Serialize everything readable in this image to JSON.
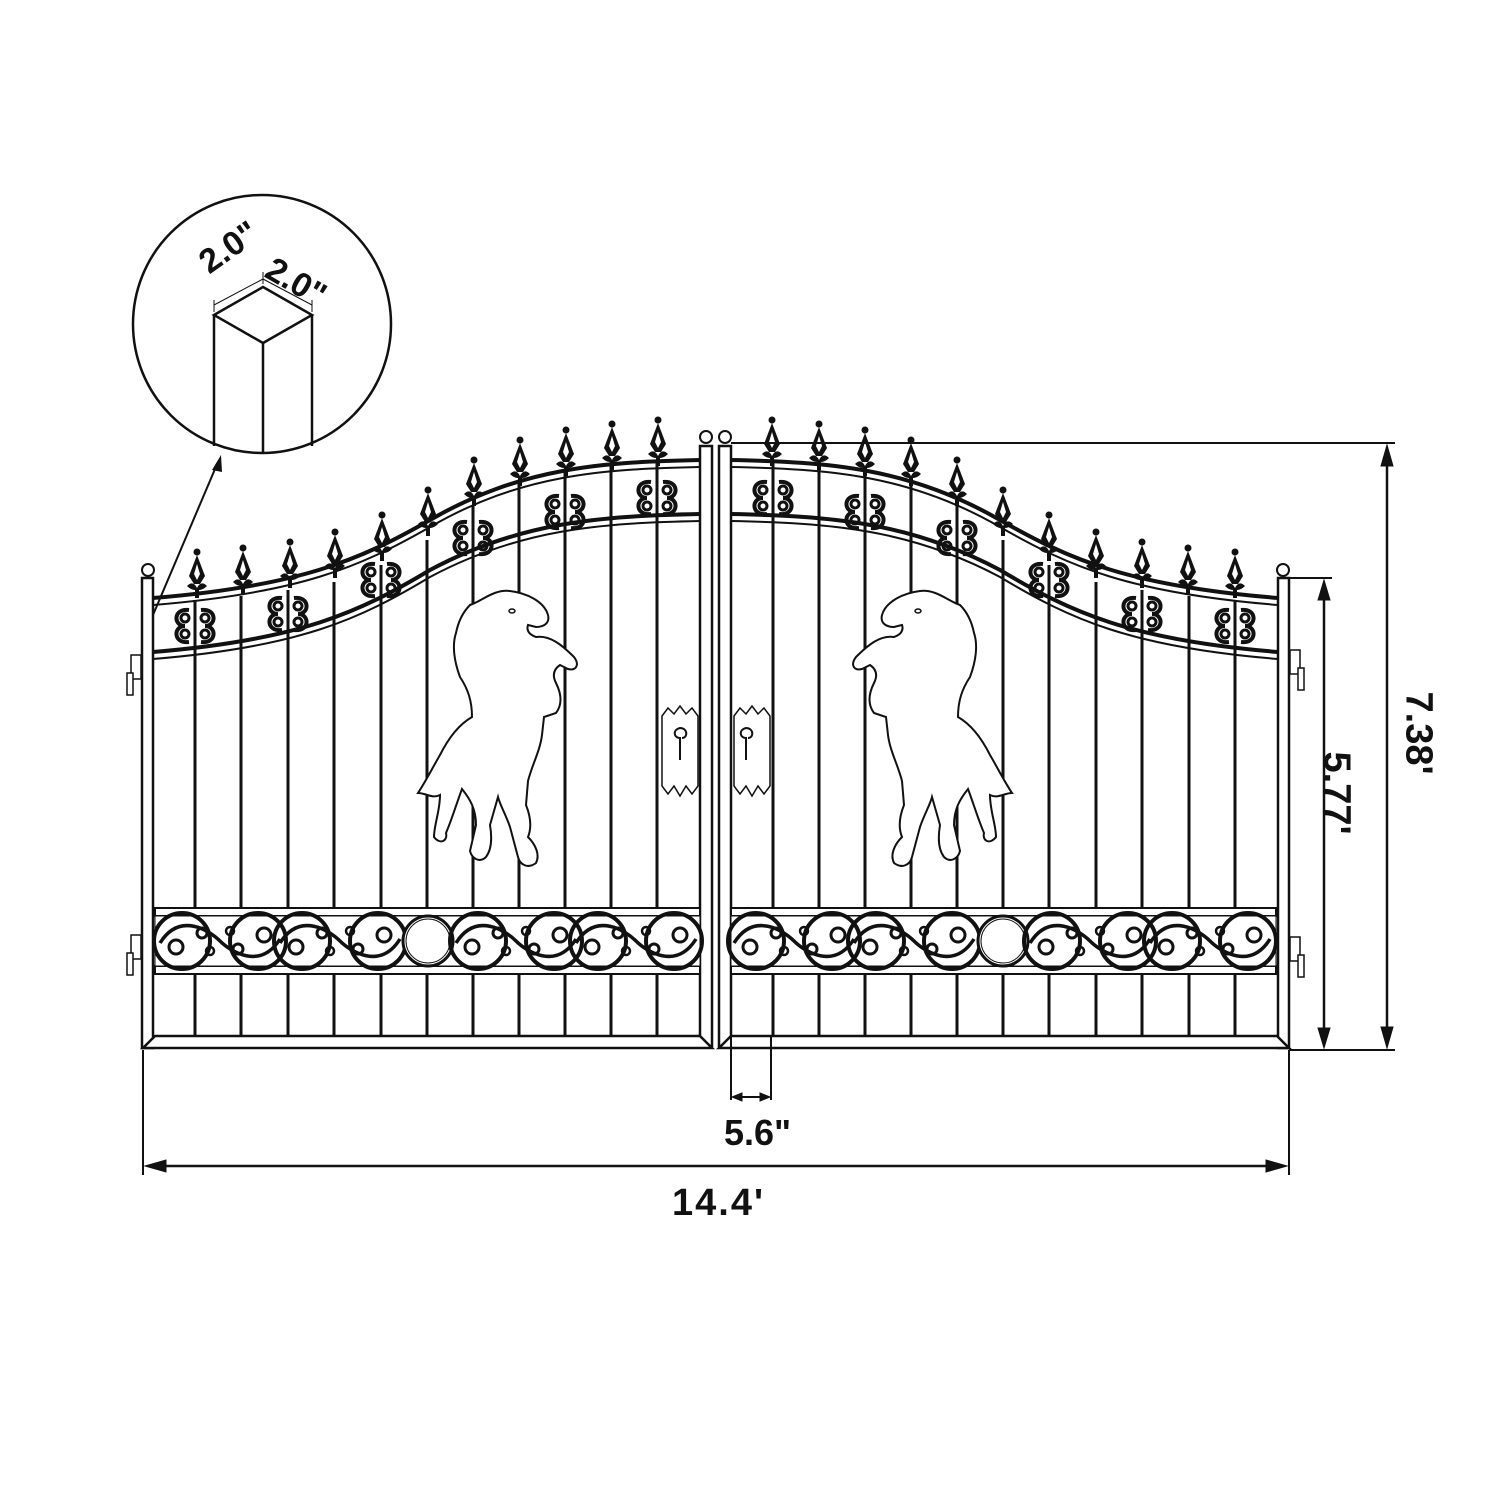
{
  "diagram": {
    "subject": "Double swing driveway gate with rearing horse motif",
    "colors": {
      "line": "#111111",
      "background": "#ffffff",
      "marker": "#e01818"
    },
    "dimensions": {
      "overall_width": "14.4'",
      "overall_height": "7.38'",
      "side_height": "5.77'",
      "center_gap": "5.6\"",
      "post_width_a": "2.0\"",
      "post_width_b": "2.0\""
    },
    "detail_callout": {
      "label": "post cross-section detail",
      "shape": "square post 2.0\" x 2.0\""
    },
    "gate_leaves": [
      {
        "side": "left",
        "motif": "rearing horse facing right",
        "hinges": 2,
        "finials": 11
      },
      {
        "side": "right",
        "motif": "rearing horse facing left",
        "hinges": 2,
        "finials": 11
      }
    ]
  }
}
